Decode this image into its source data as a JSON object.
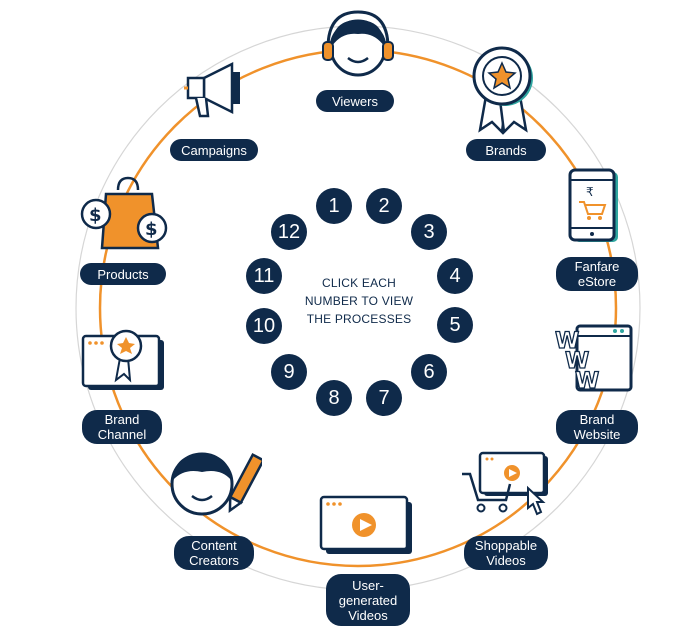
{
  "instruction": "CLICK EACH\nNUMBER TO VIEW\nTHE PROCESSES",
  "colors": {
    "navy": "#0f2a4a",
    "orange": "#f0922b",
    "ring_grey": "#d6d6d6",
    "teal": "#2fa6a0"
  },
  "nodes": [
    {
      "id": "viewers",
      "label": "Viewers",
      "icon": "headset-face-icon"
    },
    {
      "id": "brands",
      "label": "Brands",
      "icon": "star-badge-icon"
    },
    {
      "id": "fanfare-estore",
      "label": "Fanfare\neStore",
      "icon": "phone-cart-icon"
    },
    {
      "id": "brand-website",
      "label": "Brand\nWebsite",
      "icon": "www-browser-icon"
    },
    {
      "id": "shoppable-videos",
      "label": "Shoppable\nVideos",
      "icon": "cart-video-icon"
    },
    {
      "id": "user-generated-videos",
      "label": "User-\ngenerated\nVideos",
      "icon": "video-player-icon"
    },
    {
      "id": "content-creators",
      "label": "Content\nCreators",
      "icon": "face-pencil-icon"
    },
    {
      "id": "brand-channel",
      "label": "Brand\nChannel",
      "icon": "award-window-icon"
    },
    {
      "id": "products",
      "label": "Products",
      "icon": "shopping-bag-icon"
    },
    {
      "id": "campaigns",
      "label": "Campaigns",
      "icon": "megaphone-icon"
    }
  ],
  "numbers": [
    "1",
    "2",
    "3",
    "4",
    "5",
    "6",
    "7",
    "8",
    "9",
    "10",
    "11",
    "12"
  ]
}
